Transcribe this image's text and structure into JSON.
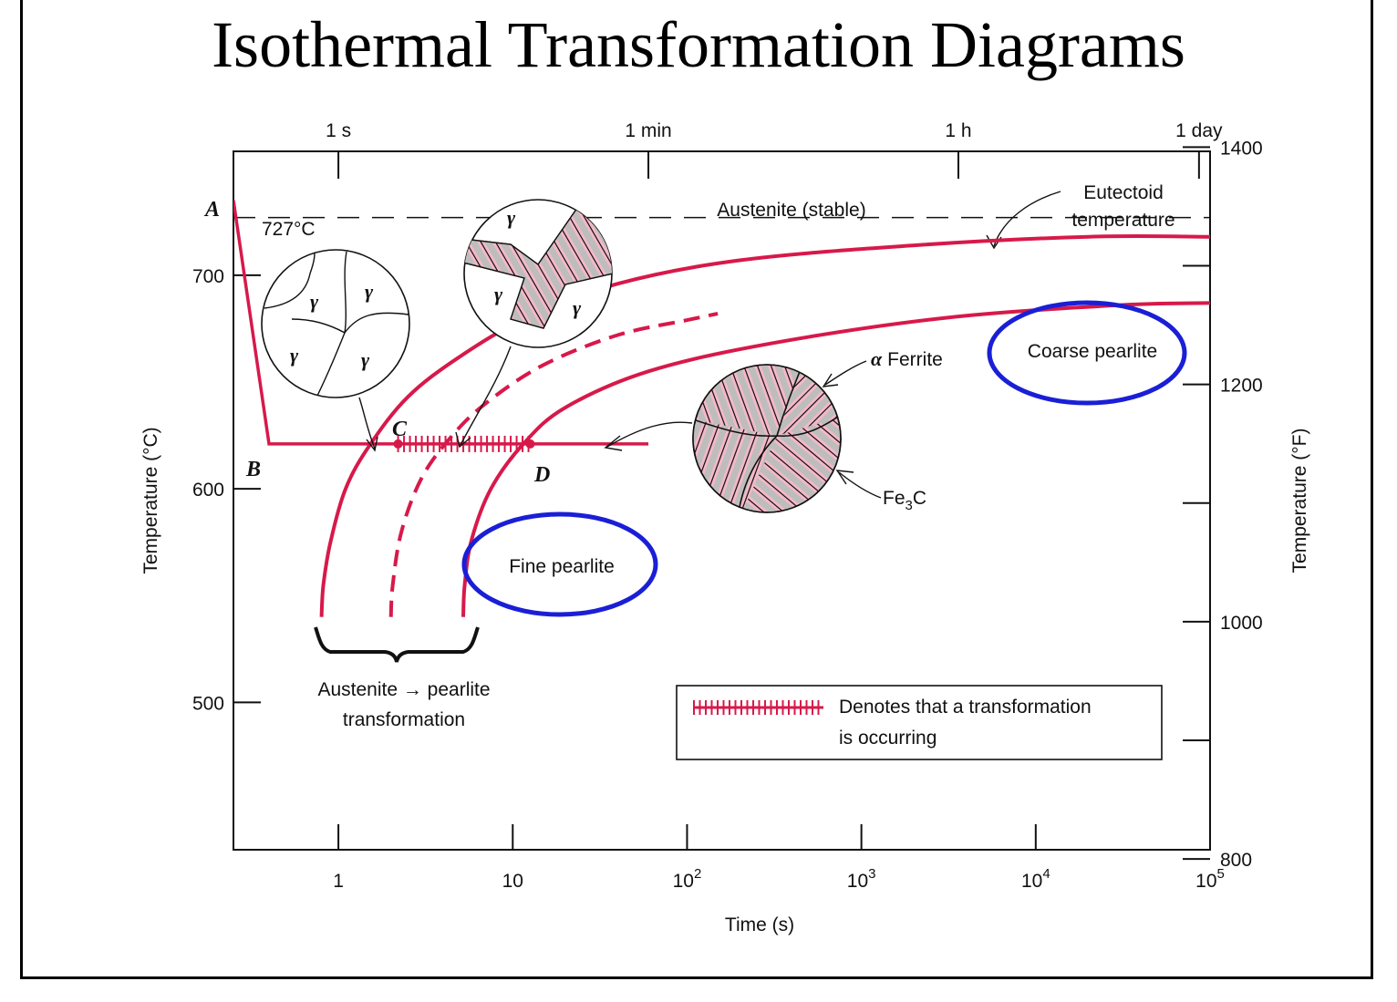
{
  "slide": {
    "title": "Isothermal Transformation Diagrams"
  },
  "colors": {
    "curve": "#d7194a",
    "highlight": "#1a1fd6",
    "grain_fill": "#f4b8c8",
    "lamella_gray": "#bdbdbd"
  },
  "chart_data": {
    "type": "line",
    "xscale": "log",
    "xlim": [
      0.25,
      100000
    ],
    "ylim": [
      431,
      758
    ],
    "xlabel": "Time (s)",
    "ylabel": "Temperature (°C)",
    "ylabel_right": "Temperature (°F)",
    "x_ticks": [
      {
        "value": 1,
        "label": "1"
      },
      {
        "value": 10,
        "label": "10"
      },
      {
        "value": 100,
        "base": "10",
        "exp": "2"
      },
      {
        "value": 1000,
        "base": "10",
        "exp": "3"
      },
      {
        "value": 10000,
        "base": "10",
        "exp": "4"
      },
      {
        "value": 100000,
        "base": "10",
        "exp": "5"
      }
    ],
    "top_ticks": [
      {
        "value": 1,
        "label": "1 s"
      },
      {
        "value": 60,
        "label": "1 min"
      },
      {
        "value": 3600,
        "label": "1 h"
      },
      {
        "value": 86400,
        "label": "1 day"
      }
    ],
    "y_ticks": [
      500,
      600,
      700
    ],
    "y_ticks_right": [
      {
        "value": 800,
        "labeled": true
      },
      {
        "value": 900,
        "labeled": false
      },
      {
        "value": 1000,
        "labeled": true
      },
      {
        "value": 1100,
        "labeled": false
      },
      {
        "value": 1200,
        "labeled": true
      },
      {
        "value": 1300,
        "labeled": false
      },
      {
        "value": 1400,
        "labeled": true
      }
    ],
    "eutectoid_temp": 727,
    "eutectoid_label": "727°C",
    "eutectoid_annotation": [
      "Eutectoid",
      "temperature"
    ],
    "isotherm_temp": 621,
    "series": [
      {
        "style": "solid",
        "points": [
          [
            0.8,
            540
          ],
          [
            0.82,
            555
          ],
          [
            0.9,
            575
          ],
          [
            1.1,
            600
          ],
          [
            1.5,
            620
          ],
          [
            2.5,
            643
          ],
          [
            5,
            662
          ],
          [
            12,
            680
          ],
          [
            40,
            696
          ],
          [
            200,
            707
          ],
          [
            2000,
            714
          ],
          [
            20000,
            718
          ],
          [
            100000,
            718
          ]
        ]
      },
      {
        "style": "dashed",
        "points": [
          [
            2,
            540
          ],
          [
            2.05,
            555
          ],
          [
            2.3,
            580
          ],
          [
            3,
            605
          ],
          [
            4.4,
            624
          ],
          [
            7,
            640
          ],
          [
            15,
            658
          ],
          [
            40,
            672
          ],
          [
            100,
            679
          ],
          [
            150,
            682
          ]
        ]
      },
      {
        "style": "solid",
        "points": [
          [
            5.2,
            540
          ],
          [
            5.3,
            555
          ],
          [
            5.8,
            576
          ],
          [
            7.5,
            600
          ],
          [
            11.5,
            621
          ],
          [
            20,
            638
          ],
          [
            60,
            655
          ],
          [
            300,
            668
          ],
          [
            3000,
            680
          ],
          [
            30000,
            686
          ],
          [
            100000,
            687
          ]
        ]
      }
    ],
    "cooling_path": {
      "A": {
        "t": 0.25,
        "T": 735
      },
      "B": {
        "t": 0.4,
        "T": 621
      },
      "end_t": 60,
      "transform_start_t": 2.2,
      "transform_end_t": 12.6
    },
    "points": {
      "A": "A",
      "B": "B",
      "C": "C",
      "D": "D"
    },
    "annotations": {
      "austenite_stable": "Austenite (stable)",
      "alpha_ferrite": "Ferrite",
      "alpha_symbol": "α",
      "fe3c": "Fe",
      "fe3c_sub": "3",
      "fe3c_tail": "C",
      "coarse_pearlite": "Coarse pearlite",
      "fine_pearlite": "Fine pearlite",
      "transformation_label": [
        "Austenite → pearlite",
        "transformation"
      ],
      "gamma": "γ"
    },
    "legend": {
      "text": [
        "Denotes that a transformation",
        "is occurring"
      ]
    }
  }
}
